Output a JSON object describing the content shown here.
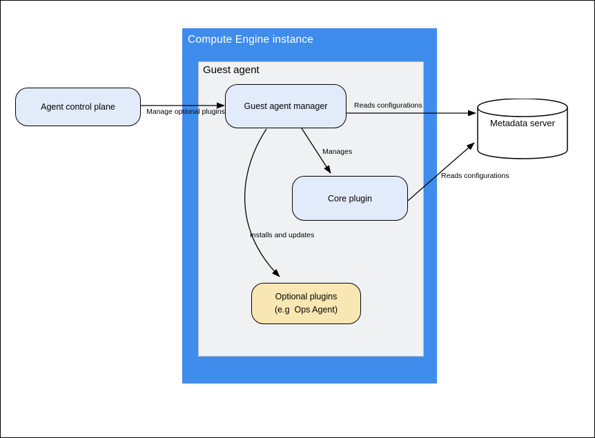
{
  "diagram": {
    "containers": {
      "compute_engine_instance": {
        "title": "Compute Engine instance",
        "fill": "#3e8cec",
        "title_color": "#ffffff"
      },
      "guest_agent": {
        "title": "Guest agent",
        "fill": "#f0f1f3",
        "border": "#bfbfbf"
      }
    },
    "nodes": {
      "agent_control_plane": {
        "label": "Agent control plane",
        "fill": "#e2ebfa",
        "border": "#000000",
        "shape": "rounded-rect"
      },
      "guest_agent_manager": {
        "label": "Guest agent manager",
        "fill": "#e2ebfa",
        "border": "#000000",
        "shape": "rounded-rect"
      },
      "core_plugin": {
        "label": "Core plugin",
        "fill": "#e2ebfa",
        "border": "#000000",
        "shape": "rounded-rect"
      },
      "optional_plugins": {
        "lines": [
          "Optional plugins",
          "(e.g  Ops Agent)"
        ],
        "fill": "#f9e7b3",
        "border": "#000000",
        "shape": "rounded-rect"
      },
      "metadata_server": {
        "label": "Metadata server",
        "fill": "#ffffff",
        "border": "#000000",
        "shape": "cylinder"
      }
    },
    "edges": {
      "manage_optional_plugins": {
        "label": "Manage optional plugins",
        "from": "agent_control_plane",
        "to": "guest_agent_manager"
      },
      "reads_configurations_manager": {
        "label": "Reads configurations",
        "from": "guest_agent_manager",
        "to": "metadata_server"
      },
      "manages": {
        "label": "Manages",
        "from": "guest_agent_manager",
        "to": "core_plugin"
      },
      "installs_and_updates": {
        "label": "Installs and updates",
        "from": "guest_agent_manager",
        "to": "optional_plugins"
      },
      "reads_configurations_core": {
        "label": "Reads configurations",
        "from": "core_plugin",
        "to": "metadata_server"
      }
    },
    "colors": {
      "accent_blue": "#3e8cec",
      "node_blue": "#e2ebfa",
      "node_yellow": "#f9e7b3",
      "container_gray": "#f0f1f3",
      "line": "#000000",
      "background": "#ffffff"
    }
  }
}
